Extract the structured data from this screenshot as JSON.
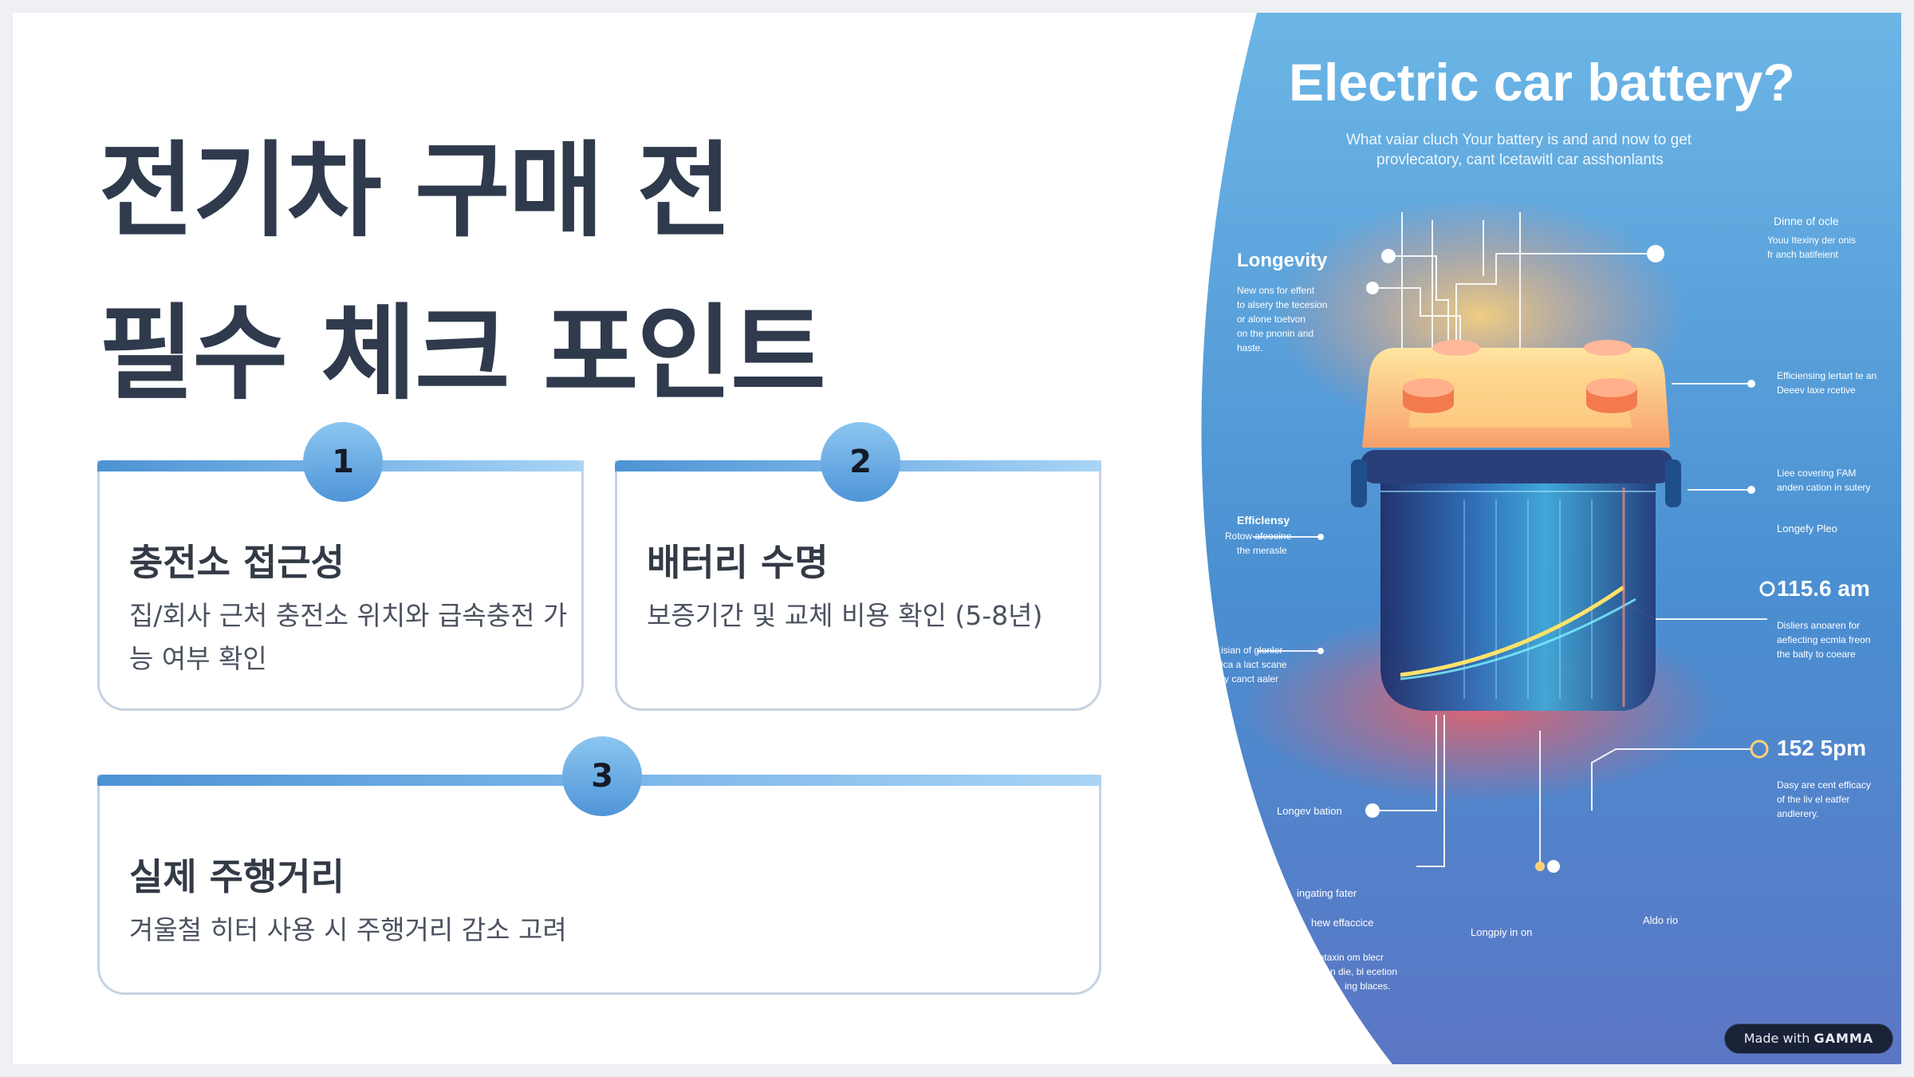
{
  "slide": {
    "title_line1": "전기차 구매 전",
    "title_line2": "필수 체크 포인트"
  },
  "cards": [
    {
      "number": "1",
      "title": "충전소 접근성",
      "description": "집/회사 근처 충전소 위치와 급속충전 가능 여부 확인"
    },
    {
      "number": "2",
      "title": "배터리 수명",
      "description": "보증기간 및 교체 비용 확인 (5-8년)"
    },
    {
      "number": "3",
      "title": "실제 주행거리",
      "description": "겨울철 히터 사용 시 주행거리 감소 고려"
    }
  ],
  "illustration": {
    "headline": "Electric car battery?",
    "subtitle_line1": "What vaiar cluch Your battery is and and now to get",
    "subtitle_line2": "provlecatory, cant lcetawitl car asshonlants",
    "callouts": {
      "longevity_title": "Longevity",
      "longevity_body": [
        "New ons for effent",
        "to alsery the tecesion",
        "or alone toetvon",
        "on the pnonin and",
        "haste."
      ],
      "dinne_title": "Dinne of ocle",
      "dinne_body": [
        "Youu Itexiny der onis",
        "fr anch batifeient"
      ],
      "efficiency_right": [
        "Efficiensing lertart te an",
        "Deeev laxe rcetive"
      ],
      "line_covering": [
        "Liee covering FAM",
        "anden cation in sutery"
      ],
      "longefy_pleo": "Longefy Pleo",
      "efficiency_left_title": "Efficlensy",
      "efficiency_left_body": [
        "Rotow afeoeine",
        "the merasle"
      ],
      "stat1": "115.6 am",
      "stat1_body": [
        "Disliers anoaren for",
        "aefiecting ecmla freon",
        "the balty to coeare"
      ],
      "stat2": "152 5pm",
      "stat2_body": [
        "Dasy are cent efficacy",
        "of the liv el eatfer",
        "andlerery."
      ],
      "left_mid": [
        "isian of glonler",
        "ica a lact scane",
        "ry canct aaler"
      ],
      "longev_bation": "Longev bation",
      "ingating_fater": "ingating fater",
      "hew_efficcice": "hew effaccice",
      "bottom_left": [
        "lotaxin om blecr",
        "n die, bl ecetion",
        "ing blaces."
      ],
      "longpiy": "Longpiy in on",
      "aldo": "Aldo rio"
    }
  },
  "badge": {
    "prefix": "Made with",
    "brand": "GAMMA"
  },
  "colors": {
    "title": "#2f3a4c",
    "accent_blue": "#4f95d8",
    "card_border": "#c5d2e2",
    "art_bg": "#4a8fd1"
  }
}
